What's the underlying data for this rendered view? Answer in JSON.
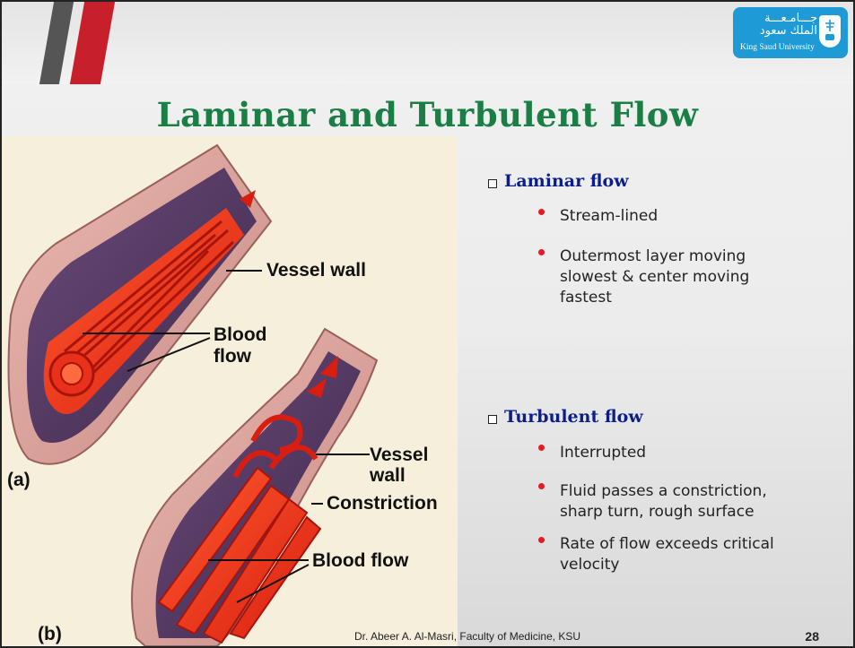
{
  "logo": {
    "arabic_line1": "جـــامـعـــة",
    "arabic_line2": "الملك سعود",
    "english": "King Saud University"
  },
  "title": "Laminar and Turbulent Flow",
  "figure": {
    "label_a": "(a)",
    "label_b": "(b)",
    "vessel_wall_top": "Vessel wall",
    "blood_flow_top_line1": "Blood",
    "blood_flow_top_line2": "flow",
    "vessel_wall_bottom": "Vessel wall",
    "constriction": "Constriction",
    "blood_flow_bottom": "Blood flow"
  },
  "sections": [
    {
      "heading": "Laminar flow",
      "items": [
        "Stream-lined",
        "Outermost layer moving",
        "slowest & center moving",
        "fastest"
      ]
    },
    {
      "heading": "Turbulent flow",
      "items": [
        "Interrupted",
        "Fluid passes a constriction,",
        "sharp turn, rough surface",
        "Rate of flow exceeds critical",
        "velocity"
      ]
    }
  ],
  "footer": "Dr. Abeer A. Al-Masri, Faculty of Medicine, KSU",
  "page_number": "28"
}
